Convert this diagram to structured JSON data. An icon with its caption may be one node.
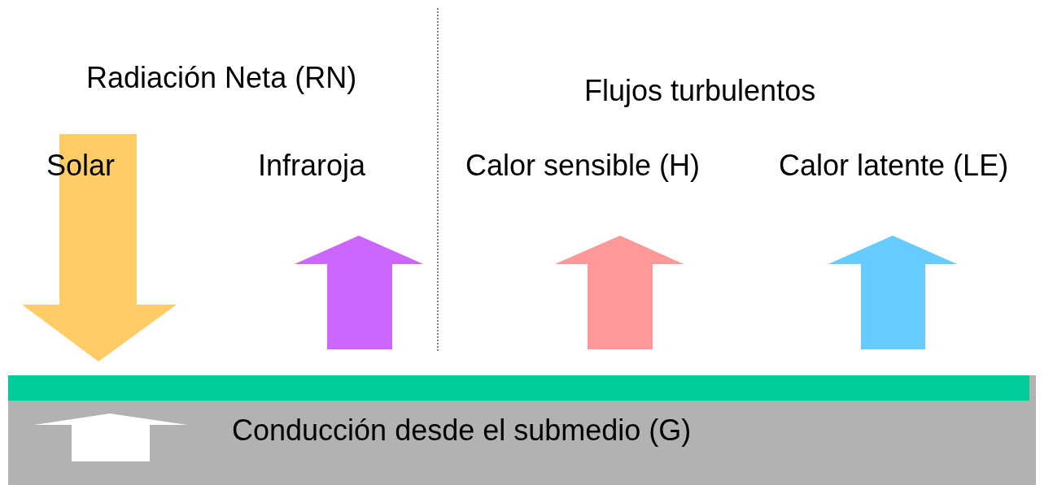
{
  "diagram": {
    "labels": [
      "Radiación Neta (RN)",
      "Flujos turbulentos",
      "Solar",
      "Infraroja",
      "Calor sensible (H)",
      "Calor latente (LE)",
      "Conducción desde el submedio (G)"
    ]
  }
}
